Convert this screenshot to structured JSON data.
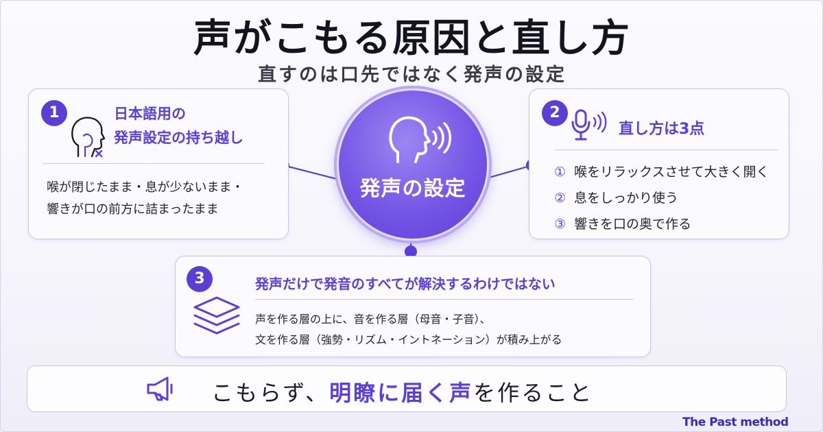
{
  "header": {
    "title": "声がこもる原因と直し方",
    "subtitle": "直すのは口先ではなく発声の設定"
  },
  "hub": {
    "label": "発声の設定",
    "icon": "speaking-head-icon"
  },
  "card1": {
    "number": "1",
    "heading_line1": "日本語用の",
    "heading_line2": "発声設定の持ち越し",
    "icon": "throat-anatomy-icon",
    "body_line1": "喉が閉じたまま・息が少ないまま・",
    "body_line2": "響きが口の前方に詰まったまま"
  },
  "card2": {
    "number": "2",
    "heading": "直し方は3点",
    "icon": "microphone-icon",
    "items": [
      {
        "mark": "①",
        "text": "喉をリラックスさせて大きく開く"
      },
      {
        "mark": "②",
        "text": "息をしっかり使う"
      },
      {
        "mark": "③",
        "text": "響きを口の奥で作る"
      }
    ]
  },
  "card3": {
    "number": "3",
    "heading": "発声だけで発音のすべてが解決するわけではない",
    "icon": "layers-icon",
    "body_line1": "声を作る層の上に、音を作る層（母音・子音）、",
    "body_line2": "文を作る層（強勢・リズム・イントネーション）が積み上がる"
  },
  "footer": {
    "icon": "megaphone-icon",
    "text_before": "こもらず、",
    "text_highlight": "明瞭に届く声",
    "text_after": "を作ること",
    "brand": "The Past method"
  },
  "colors": {
    "accent": "#5b3fd8",
    "hub": "#7656e6",
    "card_border": "#c9c3ea",
    "background": "#f6f5fc"
  }
}
